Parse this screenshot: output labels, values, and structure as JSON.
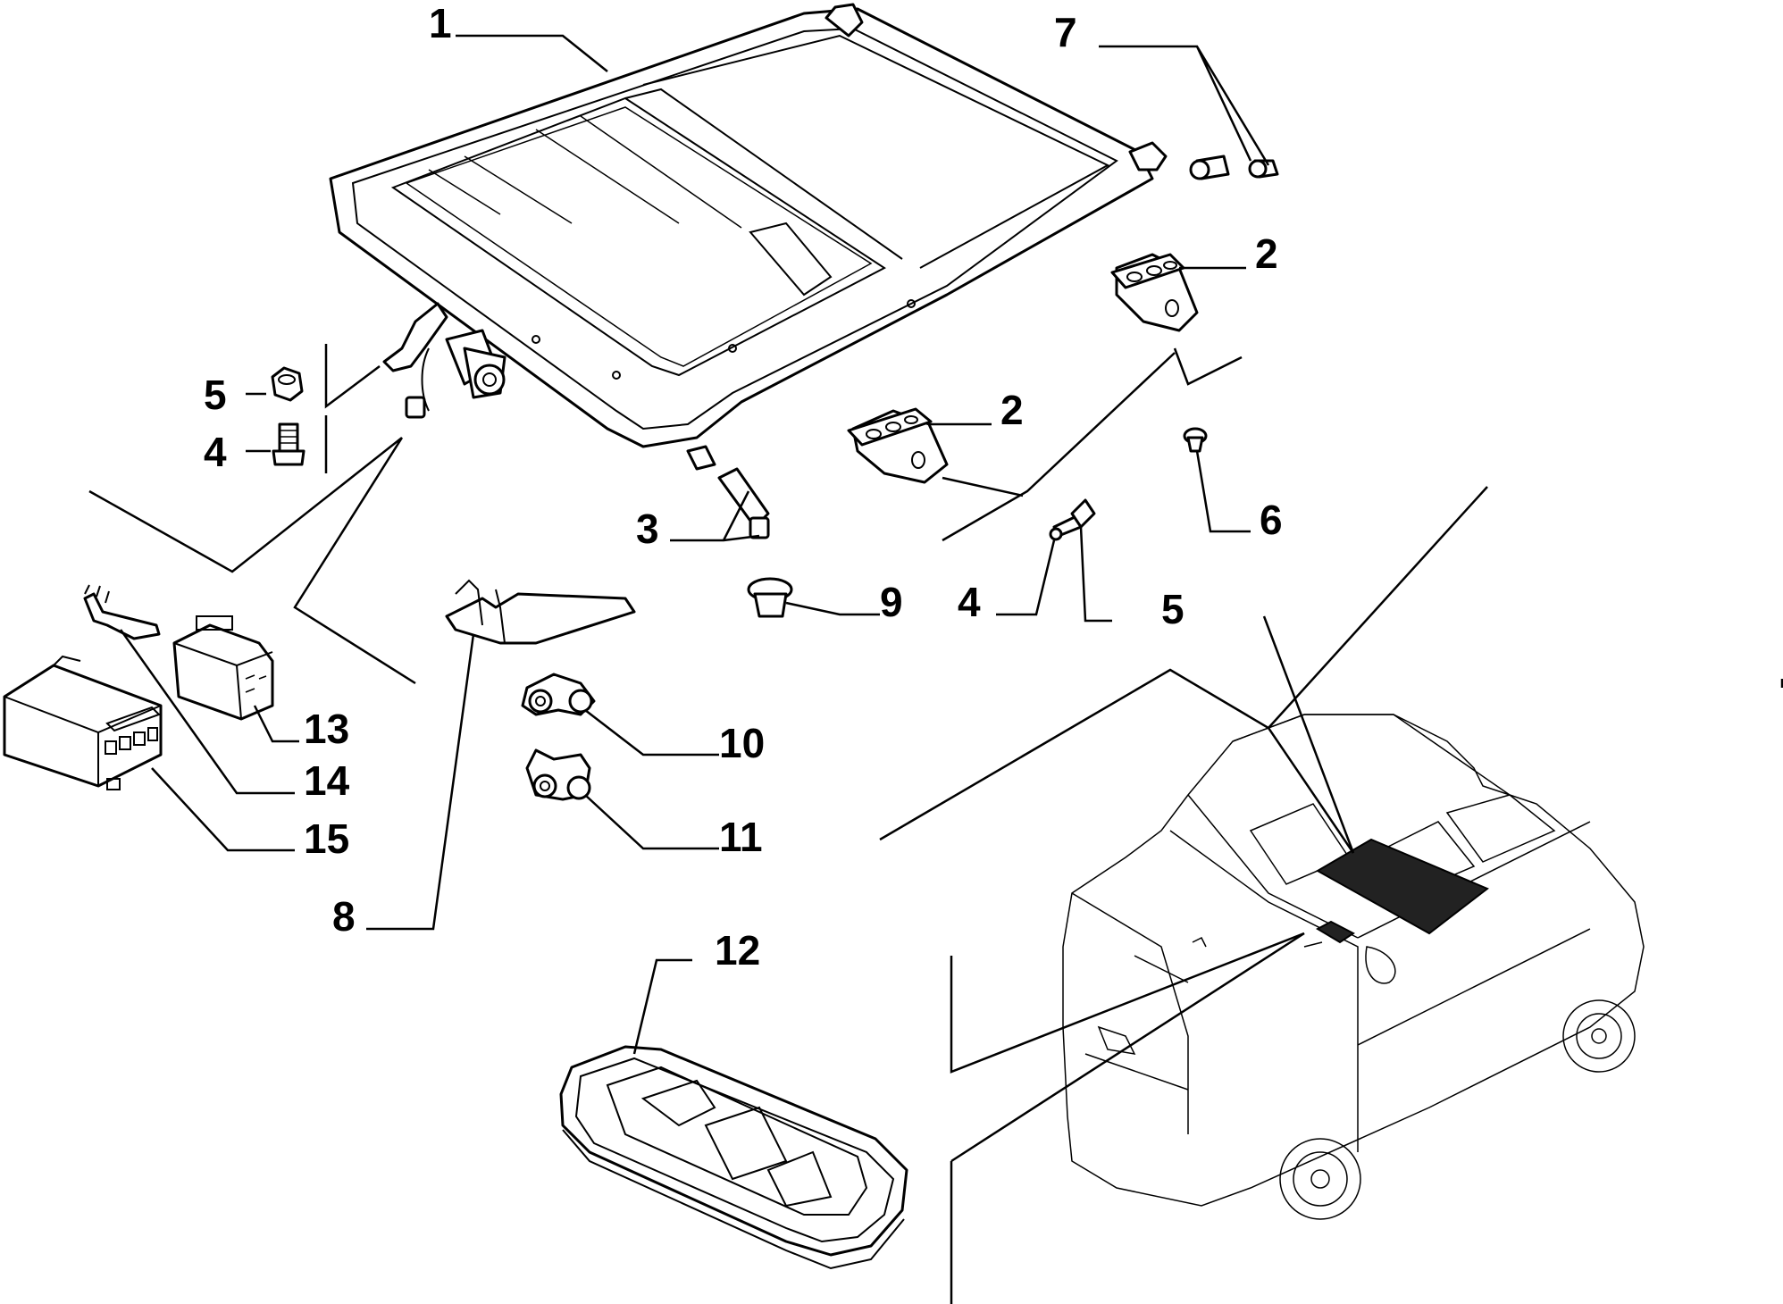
{
  "callouts": [
    {
      "id": "c1",
      "text": "1"
    },
    {
      "id": "c2a",
      "text": "2"
    },
    {
      "id": "c2b",
      "text": "2"
    },
    {
      "id": "c3",
      "text": "3"
    },
    {
      "id": "c4a",
      "text": "4"
    },
    {
      "id": "c4b",
      "text": "4"
    },
    {
      "id": "c5a",
      "text": "5"
    },
    {
      "id": "c5b",
      "text": "5"
    },
    {
      "id": "c6",
      "text": "6"
    },
    {
      "id": "c7",
      "text": "7"
    },
    {
      "id": "c8",
      "text": "8"
    },
    {
      "id": "c9",
      "text": "9"
    },
    {
      "id": "c10",
      "text": "10"
    },
    {
      "id": "c11",
      "text": "11"
    },
    {
      "id": "c12",
      "text": "12"
    },
    {
      "id": "c13",
      "text": "13"
    },
    {
      "id": "c14",
      "text": "14"
    },
    {
      "id": "c15",
      "text": "15"
    }
  ],
  "colors": {
    "ink": "#000000",
    "background": "#ffffff",
    "sunroof_highlight": "#222222"
  }
}
